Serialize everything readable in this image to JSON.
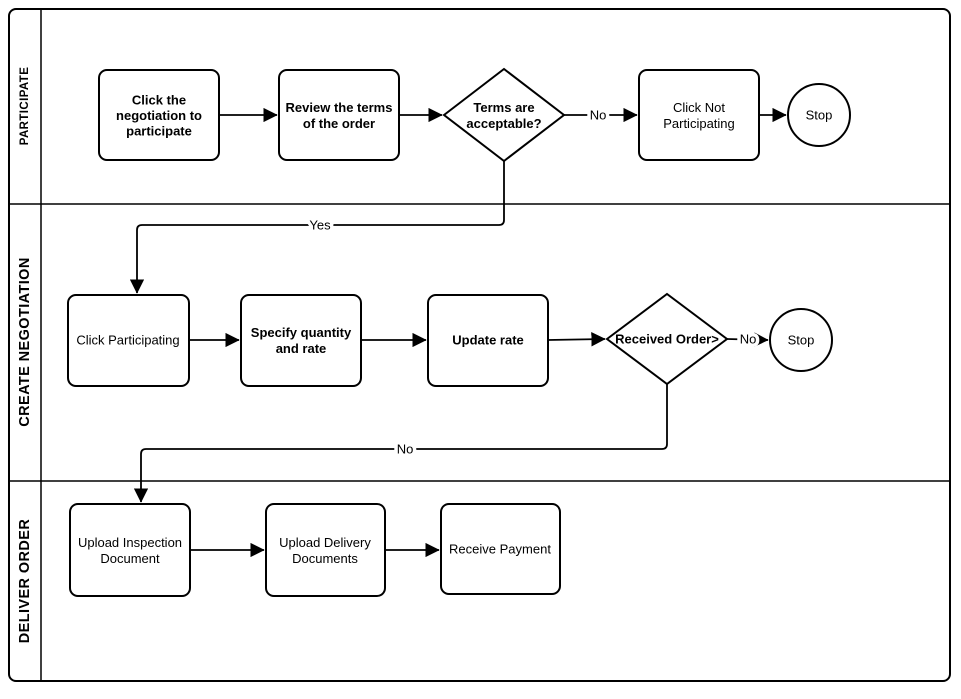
{
  "diagram": {
    "type": "swimlane-flowchart",
    "background": "#ffffff",
    "stroke_color": "#000000",
    "lanes": [
      {
        "label": "PARTICIPATE"
      },
      {
        "label": "CREATE NEGOTIATION"
      },
      {
        "label": "DELIVER ORDER"
      }
    ],
    "nodes": {
      "click_negotiation": {
        "type": "task",
        "label": [
          "Click the",
          "negotiation to",
          "participate"
        ]
      },
      "review_terms": {
        "type": "task",
        "label": [
          "Review the terms",
          "of the order"
        ]
      },
      "terms_acceptable": {
        "type": "decision",
        "label": [
          "Terms are",
          "acceptable?"
        ]
      },
      "click_not_participating": {
        "type": "task",
        "label": [
          "Click Not",
          "Participating"
        ]
      },
      "stop_1": {
        "type": "end",
        "label": "Stop"
      },
      "click_participating": {
        "type": "task",
        "label": "Click  Participating"
      },
      "specify_quantity": {
        "type": "task",
        "label": [
          "Specify quantity",
          "and rate"
        ]
      },
      "update_rate": {
        "type": "task",
        "label": "Update rate"
      },
      "received_order": {
        "type": "decision",
        "label": "Received Order>"
      },
      "stop_2": {
        "type": "end",
        "label": "Stop"
      },
      "upload_inspection": {
        "type": "task",
        "label": [
          "Upload Inspection",
          "Document"
        ]
      },
      "upload_delivery": {
        "type": "task",
        "label": [
          "Upload Delivery",
          "Documents"
        ]
      },
      "receive_payment": {
        "type": "task",
        "label": "Receive Payment"
      }
    },
    "edge_labels": {
      "terms_no": "No",
      "terms_yes": "Yes",
      "received_no_stop": "No",
      "received_no_deliver": "No"
    }
  }
}
